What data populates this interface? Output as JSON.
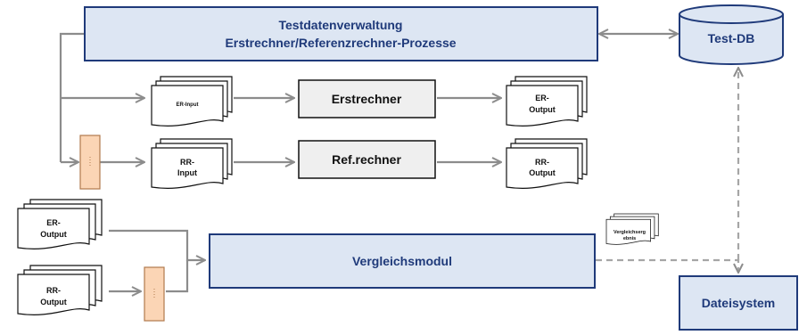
{
  "colors": {
    "box_fill": "#dde6f3",
    "box_stroke": "#1f3a7a",
    "box_text": "#1f3a7a",
    "process_fill": "#efefef",
    "process_stroke": "#111111",
    "arrow": "#8c8c8c",
    "filter_fill": "#fbd5b5",
    "filter_stroke": "#b07a4e"
  },
  "nodes": {
    "testdaten_title_line1": "Testdatenverwaltung",
    "testdaten_title_line2": "Erstrechner/Referenzrechner-Prozesse",
    "test_db": "Test-DB",
    "erstrechner": "Erstrechner",
    "refrechner": "Ref.rechner",
    "vergleichsmodul": "Vergleichsmodul",
    "dateisystem": "Dateisystem"
  },
  "documents": {
    "er_input": "ER-Input",
    "rr_input_line1": "RR-",
    "rr_input_line2": "Input",
    "er_output_line1": "ER-",
    "er_output_line2": "Output",
    "rr_output_line1": "RR-",
    "rr_output_line2": "Output",
    "left_er_output_line1": "ER-",
    "left_er_output_line2": "Output",
    "left_rr_output_line1": "RR-",
    "left_rr_output_line2": "Output",
    "vergleich_line1": "Vergleichserg",
    "vergleich_line2": "ebnis"
  },
  "icons": {
    "filter_top": "filter-icon",
    "filter_bottom": "filter-icon"
  }
}
